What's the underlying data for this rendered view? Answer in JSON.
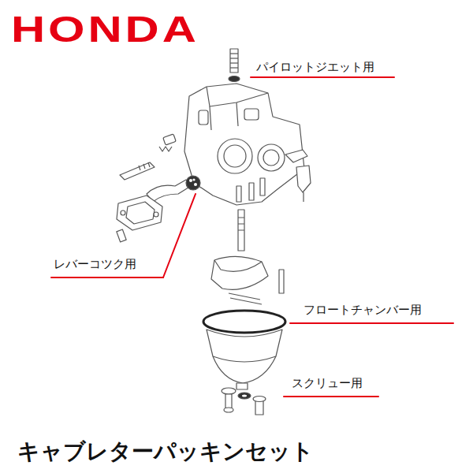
{
  "diagram": {
    "title": "キャブレターパッキンセット",
    "labels": [
      "HONDA",
      "パイロットジエット用",
      "レバーコツク用",
      "フロートチャンバー用",
      "スクリュー用"
    ]
  }
}
